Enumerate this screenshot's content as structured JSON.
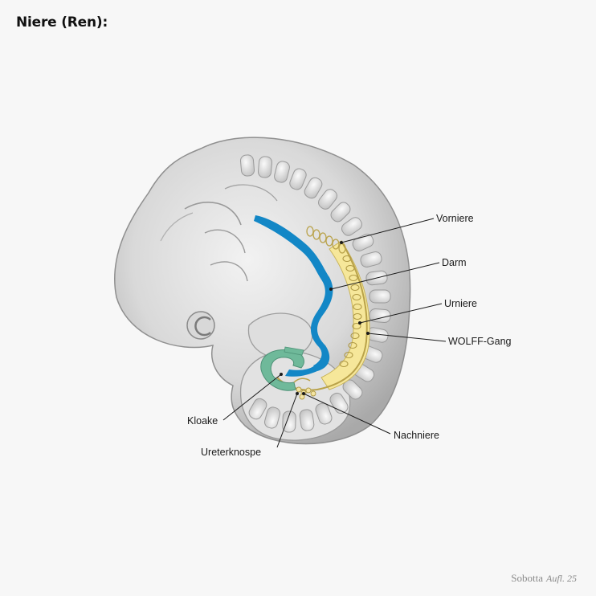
{
  "title": "Niere (Ren):",
  "labels": {
    "vorniere": "Vorniere",
    "darm": "Darm",
    "urniere": "Urniere",
    "wolff_gang": "WOLFF-Gang",
    "nachniere": "Nachniere",
    "ureterknospe": "Ureterknospe",
    "kloake": "Kloake"
  },
  "credit": {
    "name": "Sobotta",
    "edition": "Aufl. 25"
  },
  "colors": {
    "embryo_skin": "#d4d4d4",
    "darm_blue": "#1387c6",
    "urniere_yellow": "#f6e79a",
    "kloake_green": "#6fb99a"
  }
}
